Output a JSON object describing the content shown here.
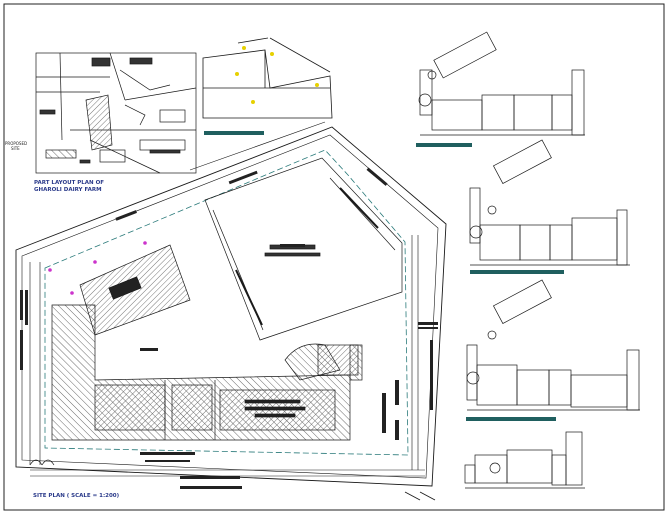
{
  "drawing": {
    "inset_title_line1": "PART LAYOUT PLAN OF",
    "inset_title_line2": "GHAROLI DAIRY FARM",
    "proposed_label_line1": "PROPOSED",
    "proposed_label_line2": "SITE",
    "site_plan_caption": "SITE PLAN ( SCALE = 1:200)"
  },
  "colors": {
    "linework": "#1a1a1a",
    "accent_bar": "#1f5f5f",
    "dimension": "#2a7a7a",
    "hatch": "#555555",
    "caption": "#2a3a8a",
    "marker": "#cc33cc"
  }
}
